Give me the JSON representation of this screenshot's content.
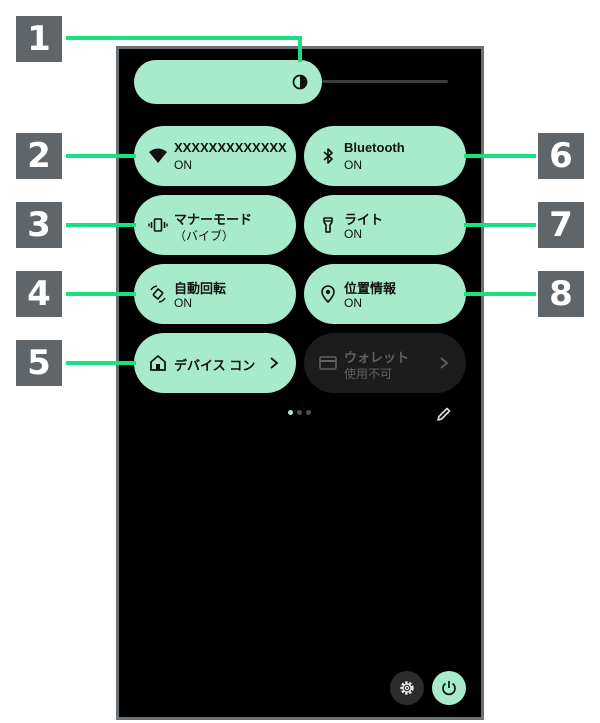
{
  "tiles": {
    "wifi": {
      "label": "XXXXXXXXXXXXX",
      "state": "ON"
    },
    "bluetooth": {
      "label": "Bluetooth",
      "state": "ON"
    },
    "manner": {
      "label": "マナーモード",
      "state": "（バイブ）"
    },
    "flashlight": {
      "label": "ライト",
      "state": "ON"
    },
    "rotate": {
      "label": "自動回転",
      "state": "ON"
    },
    "location": {
      "label": "位置情報",
      "state": "ON"
    },
    "device": {
      "label": "デバイス コン"
    },
    "wallet": {
      "label": "ウォレット",
      "state": "使用不可"
    }
  },
  "callouts": [
    "1",
    "2",
    "3",
    "4",
    "5",
    "6",
    "7",
    "8"
  ],
  "icons": {
    "brightness": "brightness-icon",
    "wifi": "wifi-icon",
    "bluetooth": "bluetooth-icon",
    "manner": "vibrate-icon",
    "flashlight": "flashlight-icon",
    "rotate": "auto-rotate-icon",
    "location": "location-pin-icon",
    "device": "home-icon",
    "wallet": "card-icon",
    "edit": "pencil-icon",
    "settings": "gear-icon",
    "power": "power-icon"
  },
  "colors": {
    "tile_active": "#a8ebcc",
    "tile_disabled": "#1c1c1c",
    "callout_line": "#19e082",
    "callout_box": "#5f6568"
  }
}
